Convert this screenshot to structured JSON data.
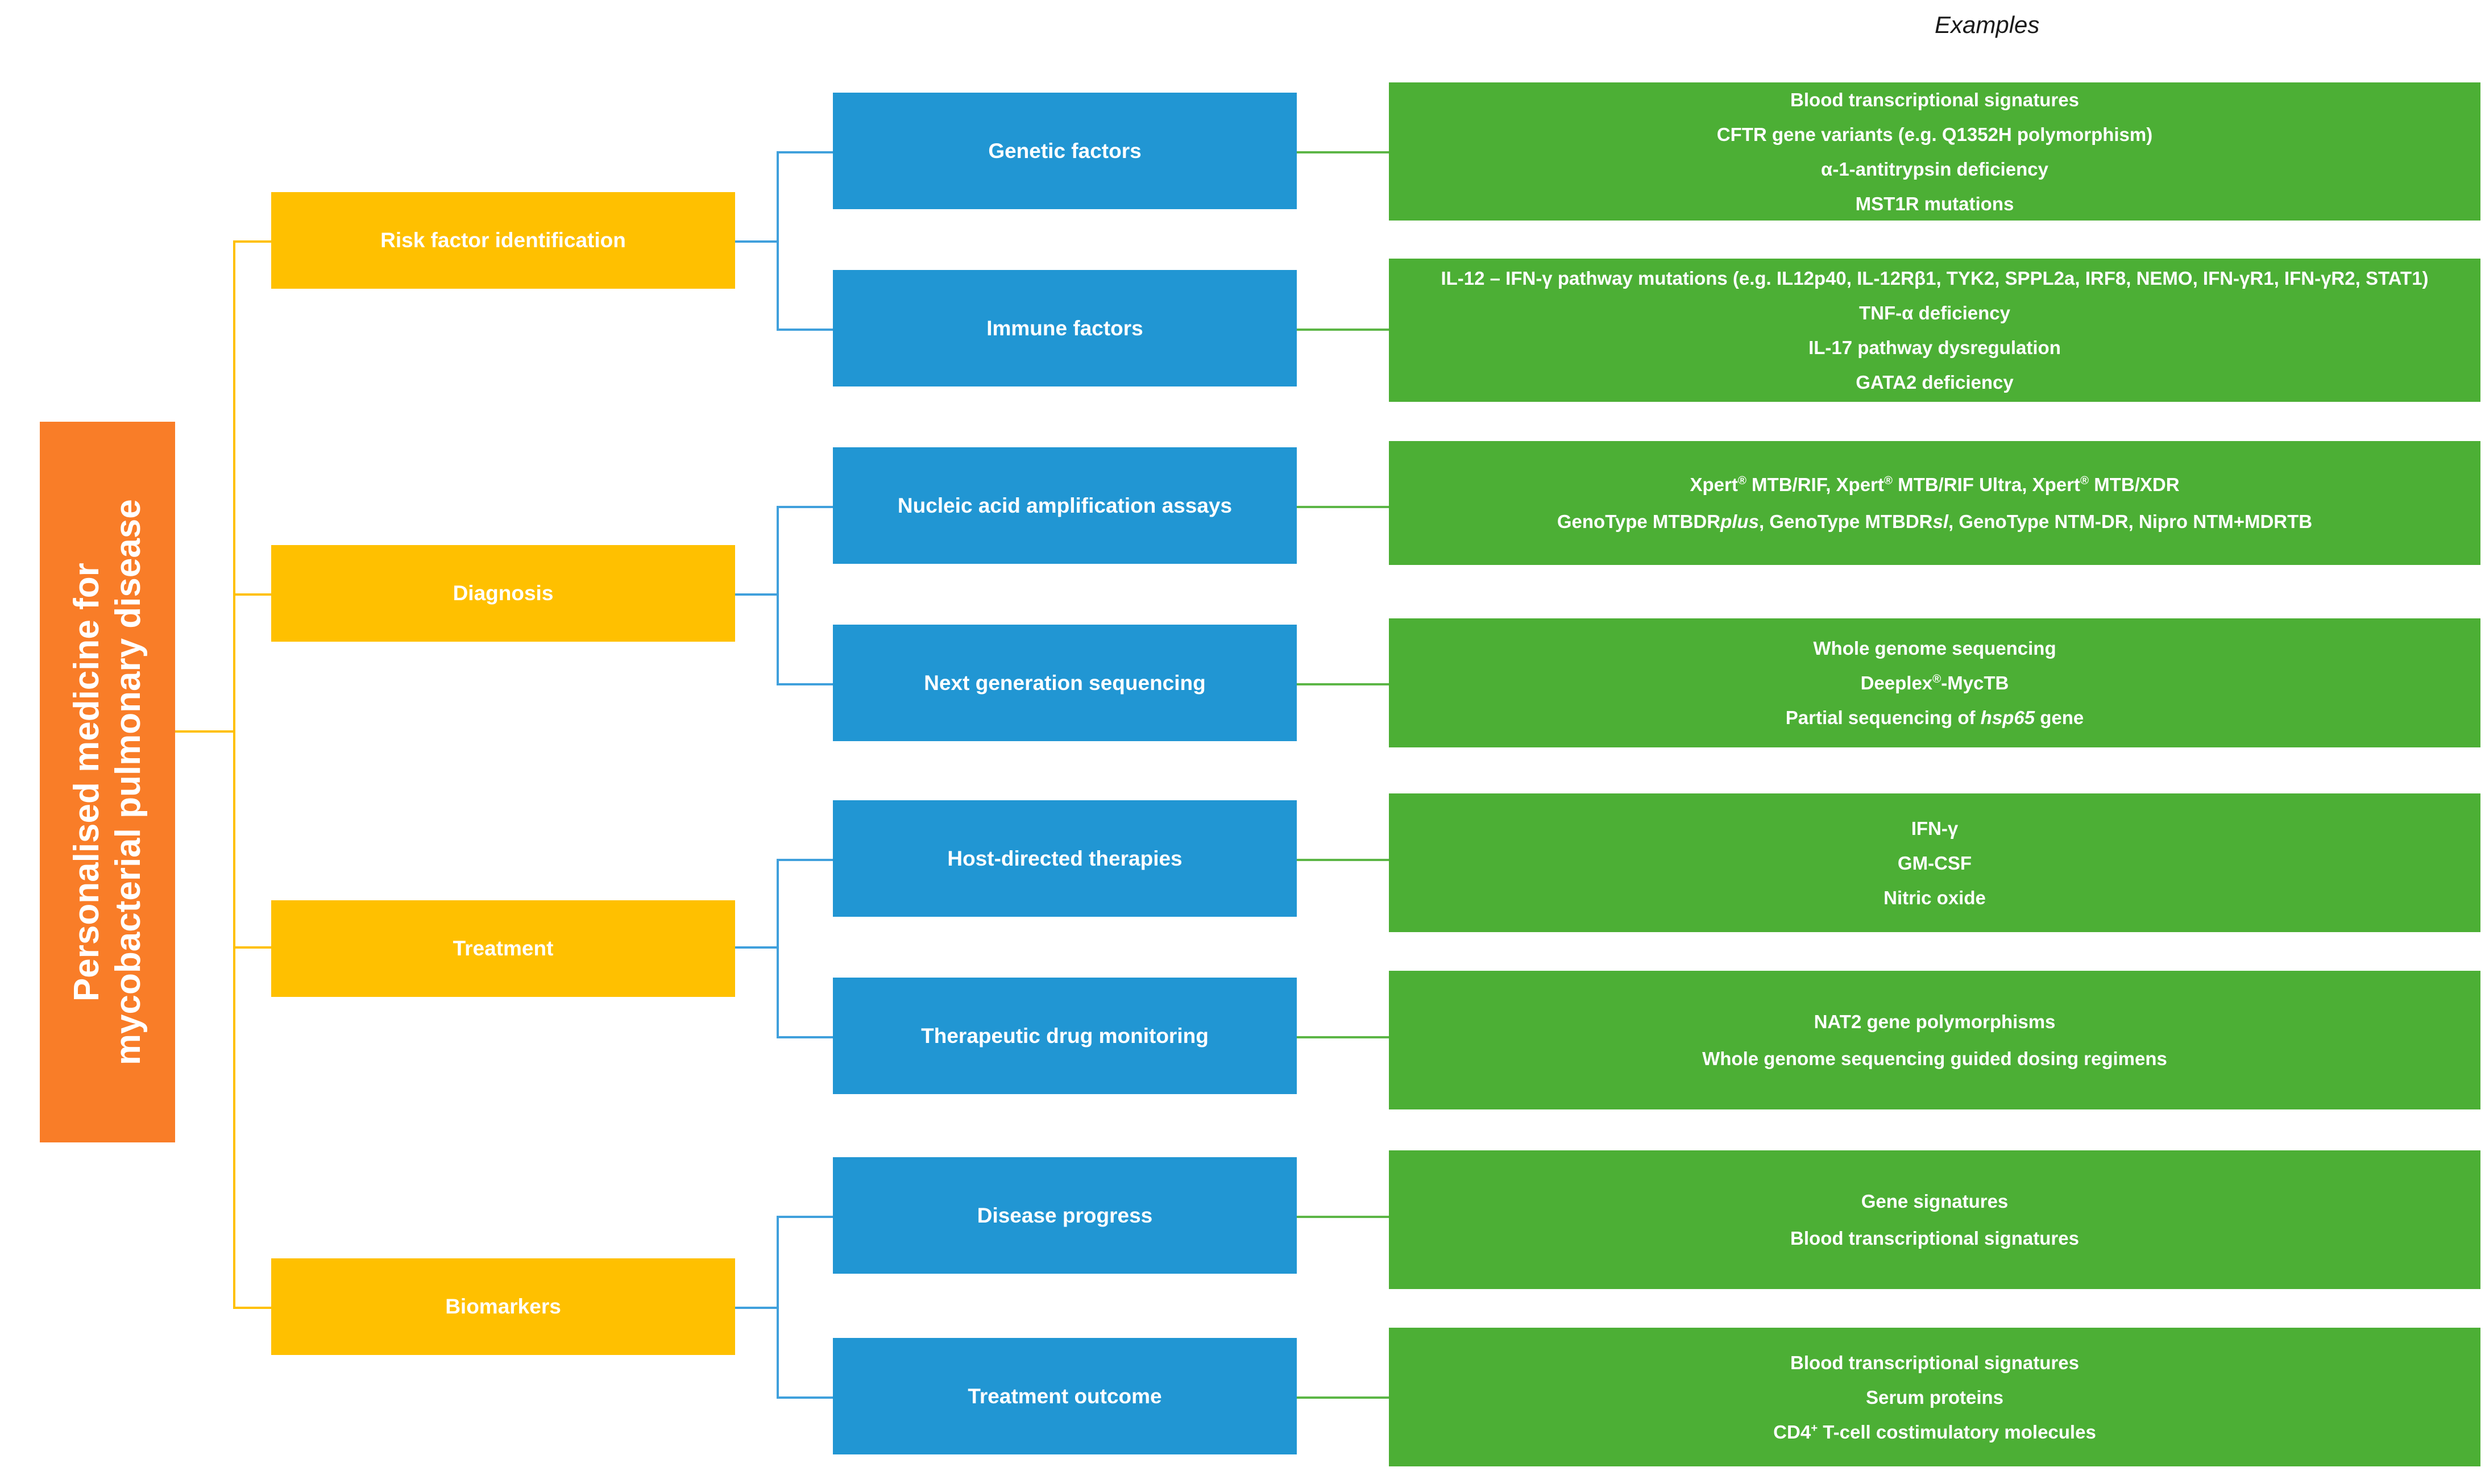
{
  "header": {
    "examples_label": "Examples"
  },
  "root": {
    "title_line1": "Personalised medicine for",
    "title_line2": "mycobacterial pulmonary disease",
    "color": "#F97D28"
  },
  "colors": {
    "level1_yellow": "#FFC000",
    "level2_blue": "#2196D3",
    "level3_green": "#4CAF35",
    "connector_yellow": "#FFC000",
    "connector_blue": "#40A0DC",
    "connector_green": "#5CB646",
    "text_white": "#FFFFFF"
  },
  "branches": [
    {
      "label": "Risk factor identification",
      "children": [
        {
          "label": "Genetic factors",
          "examples": [
            "Blood transcriptional  signatures",
            "CFTR gene variants (e.g. Q1352H polymorphism)",
            "α-1-antitrypsin deficiency",
            "MST1R mutations"
          ]
        },
        {
          "label": "Immune factors",
          "examples": [
            "IL-12 – IFN-γ pathway mutations (e.g. IL12p40, IL-12Rβ1, TYK2, SPPL2a, IRF8, NEMO, IFN-γR1, IFN-γR2, STAT1)",
            "TNF-α deficiency",
            "IL-17 pathway dysregulation",
            "GATA2 deficiency"
          ]
        }
      ]
    },
    {
      "label": "Diagnosis",
      "children": [
        {
          "label": "Nucleic acid amplification assays",
          "examples": [
            "Xpert® MTB/RIF, Xpert® MTB/RIF Ultra, Xpert® MTB/XDR",
            "GenoType MTBDRplus, GenoType MTBDRsl, GenoType NTM-DR, Nipro NTM+MDRTB"
          ]
        },
        {
          "label": "Next generation sequencing",
          "examples": [
            "Whole genome sequencing",
            "Deeplex®-MycTB",
            "Partial sequencing of hsp65 gene"
          ]
        }
      ]
    },
    {
      "label": "Treatment",
      "children": [
        {
          "label": "Host-directed therapies",
          "examples": [
            "IFN-γ",
            "GM-CSF",
            "Nitric oxide"
          ]
        },
        {
          "label": "Therapeutic drug monitoring",
          "examples": [
            "NAT2 gene polymorphisms",
            "Whole genome sequencing guided dosing regimens"
          ]
        }
      ]
    },
    {
      "label": "Biomarkers",
      "children": [
        {
          "label": "Disease progress",
          "examples": [
            "Gene signatures",
            "Blood transcriptional  signatures"
          ]
        },
        {
          "label": "Treatment outcome",
          "examples": [
            "Blood transcriptional  signatures",
            "Serum proteins",
            "CD4⁺ T-cell costimulatory molecules"
          ]
        }
      ]
    }
  ]
}
